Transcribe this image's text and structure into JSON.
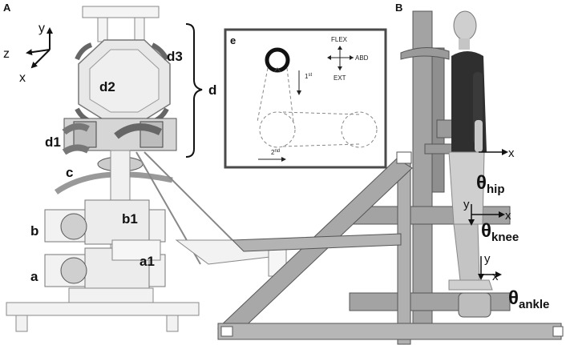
{
  "panels": {
    "a": {
      "letter": "A",
      "axes": {
        "y": "y",
        "z": "z",
        "x": "x"
      },
      "labels": {
        "d3": "d3",
        "d2": "d2",
        "d": "d",
        "d1": "d1",
        "c": "c",
        "b": "b",
        "b1": "b1",
        "a": "a",
        "a1": "a1"
      }
    },
    "b": {
      "letter": "B",
      "hip": {
        "x": "x",
        "theta": "θ",
        "sub": "hip"
      },
      "knee": {
        "y": "y",
        "x": "x",
        "theta": "θ",
        "sub": "knee"
      },
      "ankle": {
        "y": "y",
        "x": "x",
        "theta": "θ",
        "sub": "ankle"
      }
    },
    "e": {
      "letter": "e",
      "compass": {
        "flex": "FLEX",
        "ext": "EXT",
        "abd": "ABD"
      },
      "first": {
        "num": "1",
        "sup": "st"
      },
      "second": {
        "num": "2",
        "sup": "nd"
      }
    }
  },
  "colors": {
    "ink": "#111111",
    "frame": "#9a9a9a",
    "frame_dark": "#5e5e5e",
    "wire": "#888888",
    "box_border": "#4a4a4a"
  },
  "icons": [
    "robot-frame-drawing",
    "human-mannequin-figure",
    "trajectory-circle-icon"
  ]
}
